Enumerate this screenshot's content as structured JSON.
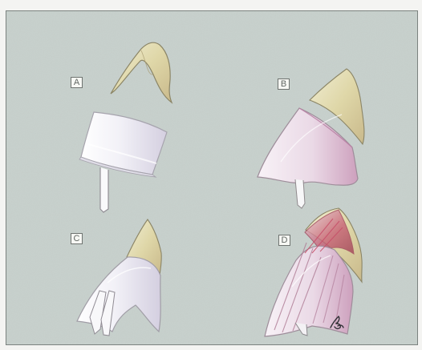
{
  "figure": {
    "panels": [
      {
        "id": "A",
        "label": "A"
      },
      {
        "id": "B",
        "label": "B"
      },
      {
        "id": "C",
        "label": "C"
      },
      {
        "id": "D",
        "label": "D"
      }
    ],
    "colors": {
      "background": "#c7d0cc",
      "frame": "#7b827f",
      "tooth_enamel": "#d7d1a6",
      "tooth_shadow": "#b9ad7b",
      "matrix": "#f1f0f5",
      "matrix_shadow": "#d6d1e2",
      "pink_tint": "#d9b5c9",
      "red_tint": "#c86076",
      "line": "#8a8787"
    }
  }
}
